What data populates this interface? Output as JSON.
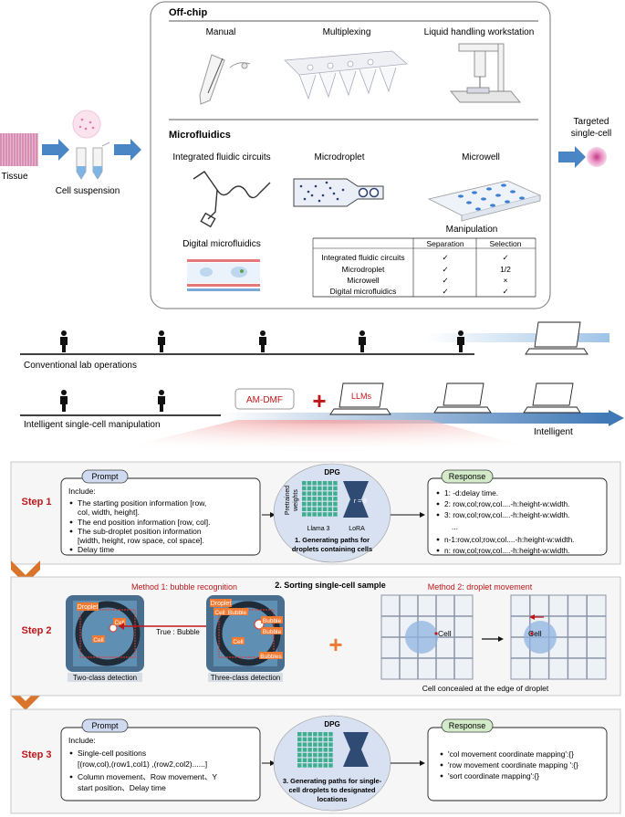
{
  "top": {
    "offchip_title": "Off-chip",
    "manual": "Manual",
    "multiplexing": "Multiplexing",
    "liquid_handling": "Liquid handling workstation",
    "microfluidics_title": "Microfluidics",
    "ifc": "Integrated fluidic circuits",
    "microdroplet": "Microdroplet",
    "microwell": "Microwell",
    "digital": "Digital microfluidics",
    "tissue": "Tissue",
    "cell_suspension": "Cell suspension",
    "targeted_line1": "Targeted",
    "targeted_line2": "single-cell"
  },
  "manip_table": {
    "title": "Manipulation",
    "headers": [
      "Separation",
      "Selection"
    ],
    "rows": [
      {
        "name": "Integrated fluidic circuits",
        "separation": "✓",
        "selection": "✓"
      },
      {
        "name": "Microdroplet",
        "separation": "✓",
        "selection": "1/2"
      },
      {
        "name": "Microwell",
        "separation": "✓",
        "selection": "×"
      },
      {
        "name": "Digital microfluidics",
        "separation": "✓",
        "selection": "✓"
      }
    ]
  },
  "timeline": {
    "conventional": "Conventional lab operations",
    "intelligent_manip": "Intelligent single-cell manipulation",
    "amdmf": "AM-DMF",
    "llms": "LLMs",
    "plus": "+",
    "intelligent": "Intelligent"
  },
  "step1": {
    "label": "Step 1",
    "prompt_title": "Prompt",
    "include": "Include:",
    "bullets": [
      [
        "The starting position information [row,",
        "col, width, height]."
      ],
      [
        "The end position information [row, col]."
      ],
      [
        "The sub-droplet position information",
        "[width, height, row space, col space]."
      ],
      [
        "Delay time"
      ]
    ],
    "dpg": "DPG",
    "pretrained": "Pretrained",
    "weights": "weights",
    "r": "r = 8",
    "llama": "Llama 3",
    "lora": "LoRA",
    "caption_l1": "1. Generating paths for",
    "caption_l2": "droplets containing cells",
    "response_title": "Response",
    "response_lines": [
      "1:  -d:delay time.",
      "2:  row,col;row,col....-h:height-w:width.",
      "3:  row,col;row,col....-h:height-w:width.",
      "...",
      "n-1:row,col;row,col....-h:height-w:width.",
      "n:  row,col;row,col....-h:height-w:width."
    ]
  },
  "step2": {
    "label": "Step 2",
    "method1": "Method 1: bubble recognition",
    "sorting": "2. Sorting  single-cell sample",
    "method2": "Method 2: droplet movement",
    "droplet": "Droplet",
    "cell": "Cell",
    "bubble": "Bubble",
    "bubbles": "Bubbles",
    "true_bubble": "True : Bubble",
    "two_class": "Two-class detection",
    "three_class": "Three-class detection",
    "cell_concealed": "Cell concealed at the edge of droplet"
  },
  "step3": {
    "label": "Step 3",
    "prompt_title": "Prompt",
    "include": "Include:",
    "b1_l1": "Single-cell positions",
    "b1_l2": "[(row,col),(row1,col1) ,(row2,col2)......]",
    "b2_l1": "Column movement、Row movement、Y",
    "b2_l2": "start position、Delay time",
    "dpg": "DPG",
    "caption_l1": "3. Generating paths for single-",
    "caption_l2": "cell droplets to designated",
    "caption_l3": "locations",
    "response_title": "Response",
    "response_lines": [
      "'col movement coordinate mapping':{}",
      "'row movement coordinate mapping ':{}",
      "'sort coordinate mapping':{}"
    ]
  },
  "colors": {
    "arrow_blue": "#4a86c5",
    "step_red": "#c0161a",
    "chevron_orange": "#d9742a",
    "response_green": "#d3ebc9",
    "prompt_blue": "#cfdaf0",
    "dpg_ellipse": "#d8e1f1",
    "label_orange": "#f07a32"
  }
}
